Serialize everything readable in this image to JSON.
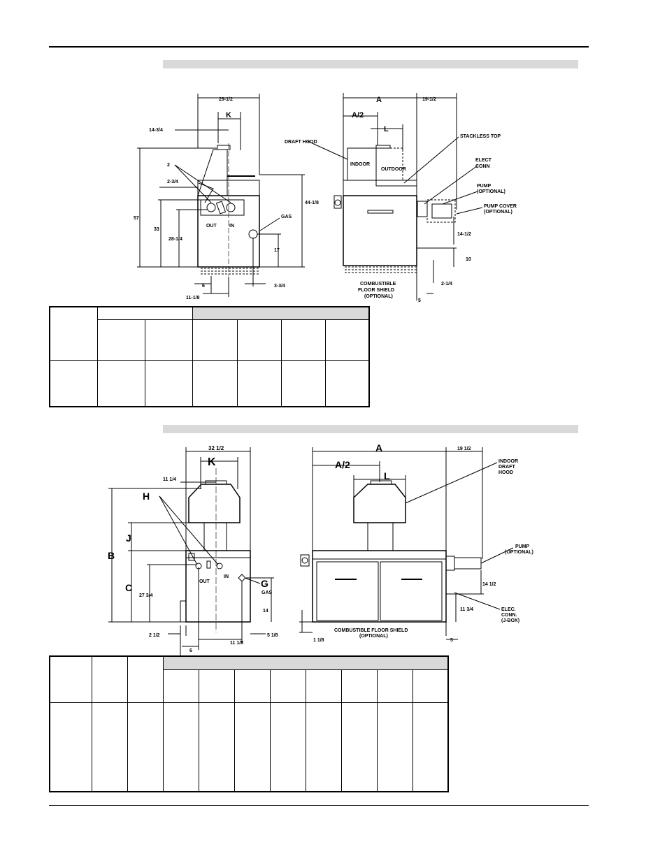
{
  "figure1": {
    "front": {
      "width": "29-1/2",
      "k": "K",
      "w1434": "14-3/4",
      "w234": "2-3/4",
      "h57": "57",
      "h33": "33",
      "h2814": "28-1/4",
      "h4418": "44-1/8",
      "h17": "17",
      "w6": "6",
      "w1118": "11-1/8",
      "w334": "3-3/4",
      "callout2": "2",
      "out": "OUT",
      "in": "IN",
      "gas": "GAS"
    },
    "side": {
      "a": "A",
      "a2": "A/2",
      "l": "L",
      "w1912": "19-1/2",
      "draft_hood": "DRAFT HOOD",
      "stackless_top": "STACKLESS TOP",
      "indoor": "INDOOR",
      "outdoor": "OUTDOOR",
      "elect1": "ELECT",
      "elect2": "CONN",
      "pump1": "PUMP",
      "pump2": "(OPTIONAL)",
      "cover1": "PUMP COVER",
      "cover2": "(OPTIONAL)",
      "h1412": "14-1/2",
      "h10": "10",
      "h214": "2-1/4",
      "w5": "5",
      "shield1": "COMBUSTIBLE",
      "shield2": "FLOOR SHIELD",
      "shield3": "(OPTIONAL)"
    }
  },
  "figure2": {
    "front": {
      "width": "32 1/2",
      "k": "K",
      "w1114": "11 1/4",
      "h": "H",
      "j": "J",
      "b": "B",
      "c": "C",
      "h2734": "27 3/4",
      "g": "G",
      "gas": "GAS",
      "h14": "14",
      "w212": "2 1/2",
      "w6": "6",
      "w1118": "11 1/8",
      "w518": "5 1/8",
      "out": "OUT",
      "in": "IN"
    },
    "side": {
      "a": "A",
      "a2": "A/2",
      "l": "L",
      "w1912": "19 1/2",
      "hood1": "INDOOR",
      "hood2": "DRAFT",
      "hood3": "HOOD",
      "pump1": "PUMP",
      "pump2": "(OPTIONAL)",
      "h1412": "14 1/2",
      "h1134": "11 3/4",
      "elec1": "ELEC.",
      "elec2": "CONN.",
      "elec3": "(J-BOX)",
      "h118": "1 1/8",
      "shield1": "COMBUSTIBLE FLOOR SHIELD",
      "shield2": "(OPTIONAL)",
      "w5": "5"
    }
  }
}
